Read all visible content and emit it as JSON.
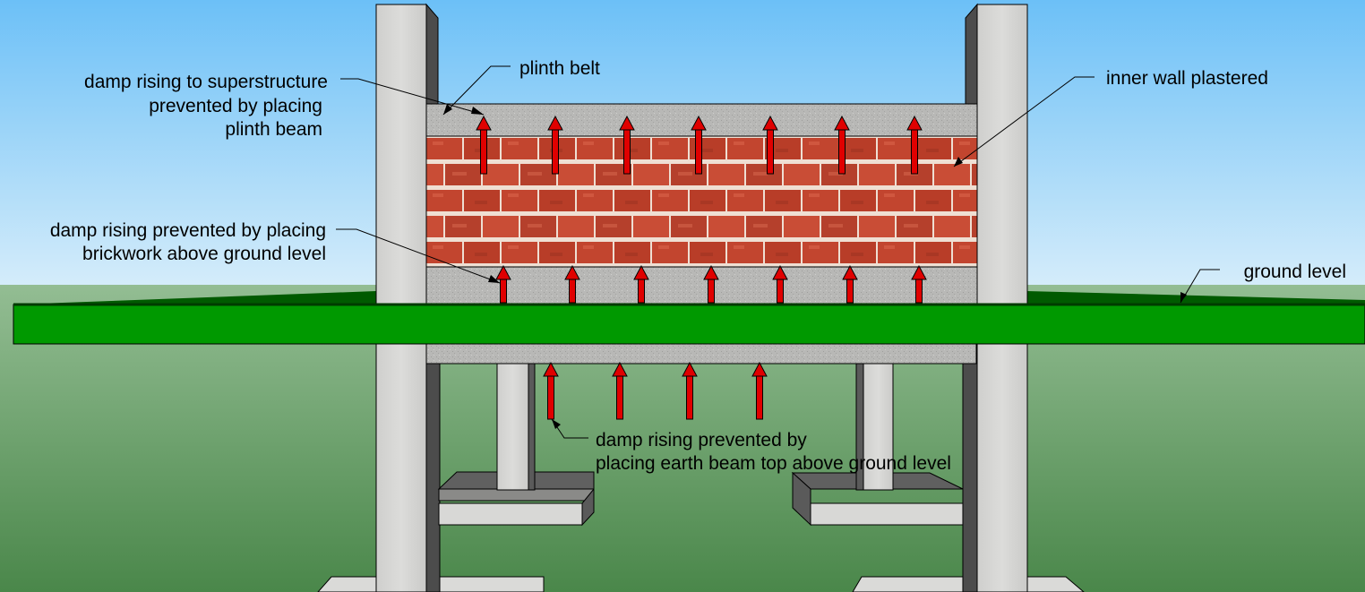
{
  "diagram": {
    "labels": {
      "plinth_belt": "plinth belt",
      "inner_wall": "inner wall plastered",
      "ground_level": "ground level",
      "superstructure_line1": "damp rising to superstructure",
      "superstructure_line2": "prevented by placing",
      "superstructure_line3": "plinth beam",
      "brickwork_line1": "damp rising prevented by placing",
      "brickwork_line2": "brickwork  above ground level",
      "earth_beam_line1": "damp rising prevented by",
      "earth_beam_line2": "placing earth beam top above ground level"
    },
    "colors": {
      "sky_top": "#6cc0f7",
      "sky_bottom": "#cfe9f9",
      "ground_far": "#8fb98f",
      "ground_near": "#4c8a4c",
      "ground_band": "#009900",
      "concrete": "#d3d3d1",
      "concrete_shade": "#5a5a5a",
      "plaster": "#b5b5b3",
      "brick": "#c0442e",
      "mortar": "#f0e2d8",
      "arrow": "#e00000"
    }
  }
}
